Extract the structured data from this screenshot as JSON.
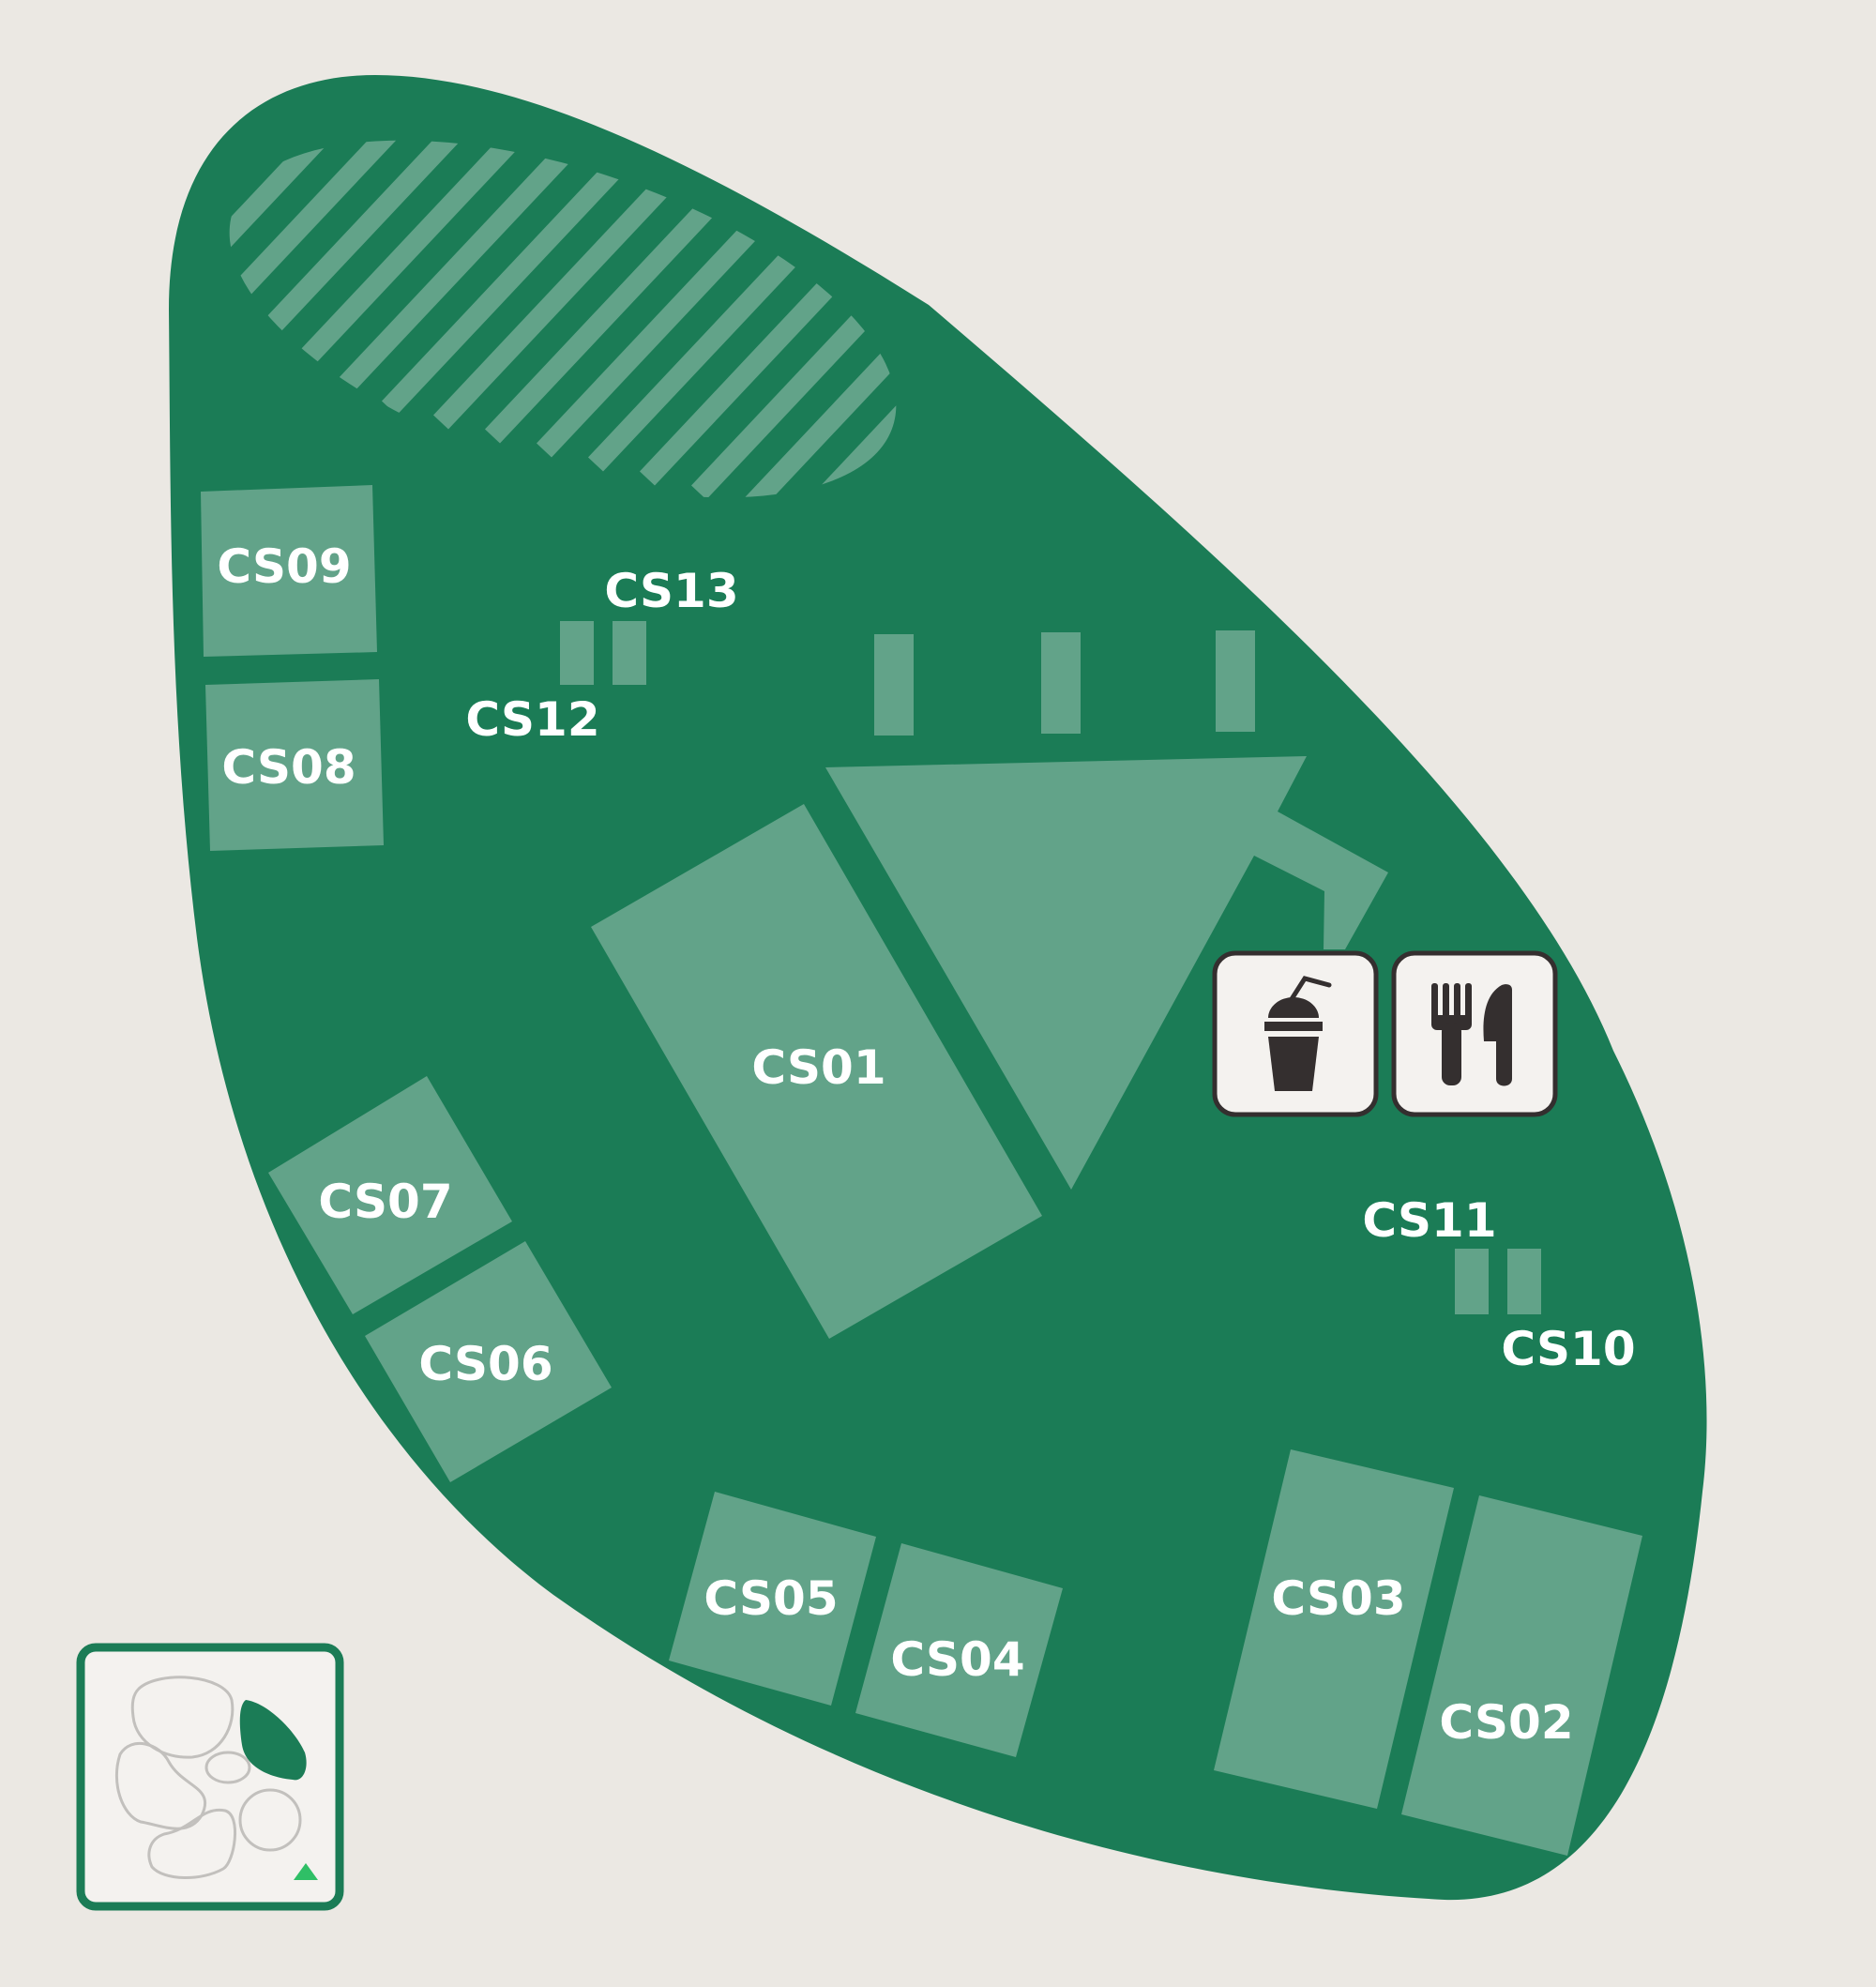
{
  "colors": {
    "background": "#ebe8e3",
    "zone": "#1b7c56",
    "booth": "#62a389",
    "label": "#ffffff",
    "icon_tile": "#f4f2ef",
    "icon_dark": "#342f2f",
    "minimap_border": "#1b7c56",
    "minimap_marker": "#2fbf66"
  },
  "booths": {
    "cs01": "CS01",
    "cs02": "CS02",
    "cs03": "CS03",
    "cs04": "CS04",
    "cs05": "CS05",
    "cs06": "CS06",
    "cs07": "CS07",
    "cs08": "CS08",
    "cs09": "CS09",
    "cs10": "CS10",
    "cs11": "CS11",
    "cs12": "CS12",
    "cs13": "CS13"
  },
  "amenities": [
    "drink-icon",
    "restaurant-icon"
  ],
  "minimap": {
    "marker": "north-arrow-icon"
  }
}
